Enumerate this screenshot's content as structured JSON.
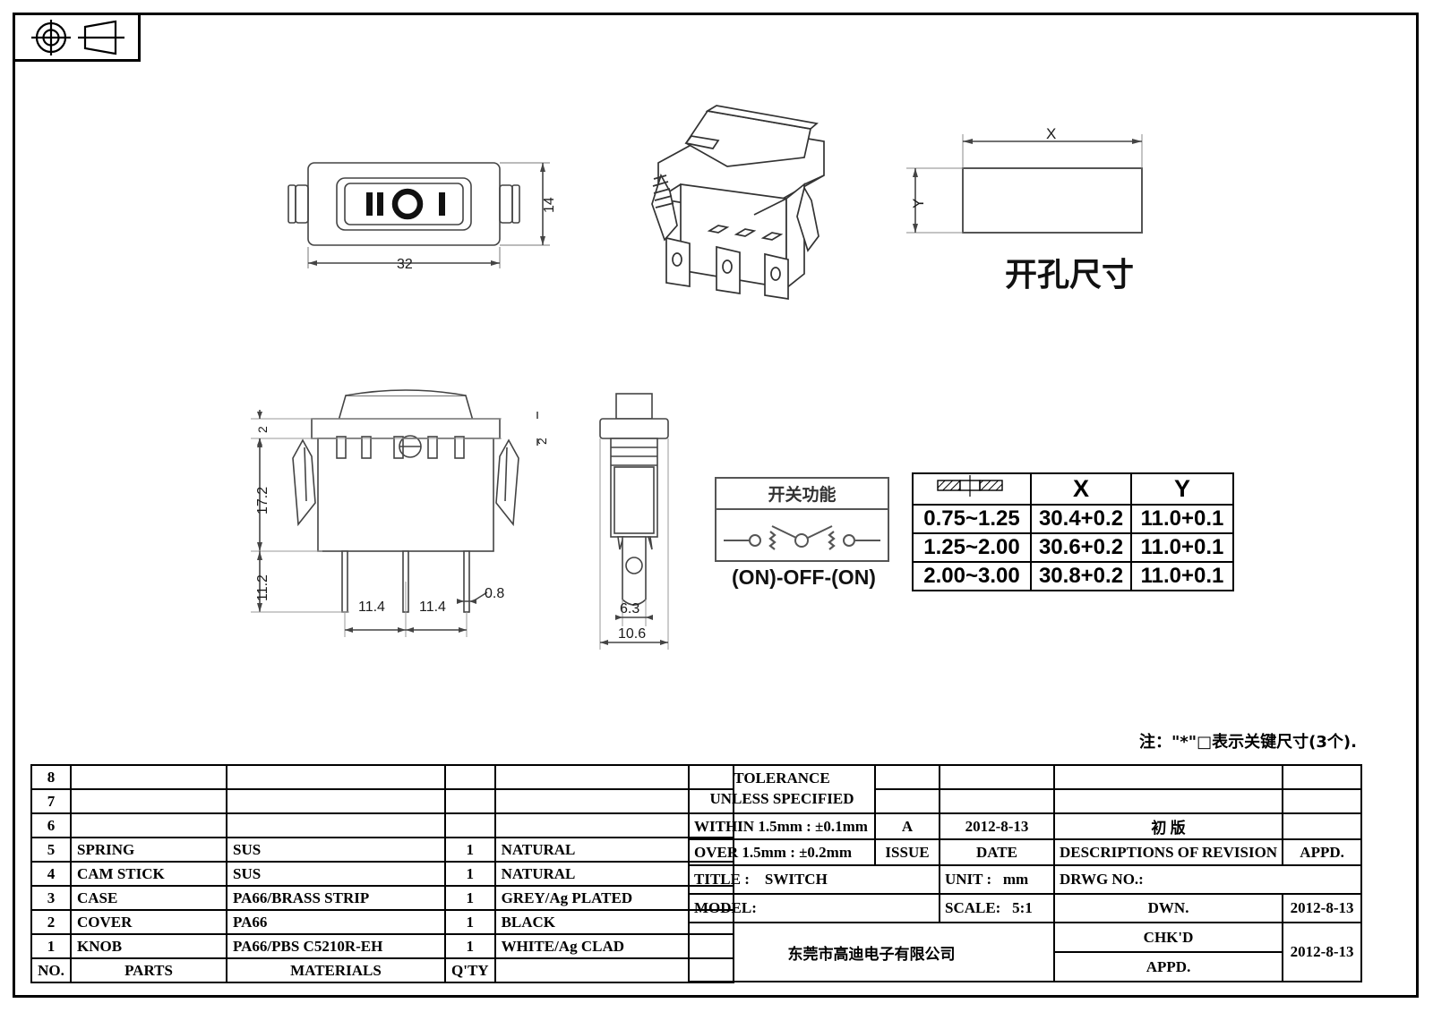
{
  "sheet": {
    "projection_symbol": "first-angle-projection-symbol"
  },
  "views": {
    "front_view": {
      "name": "front-view-rocker-switch",
      "markings": [
        "II",
        "O",
        "I"
      ],
      "dim_width": "32",
      "dim_height": "14"
    },
    "iso_view": {
      "name": "isometric-view-rocker-switch"
    },
    "panel_cutout": {
      "name": "panel-cutout-view",
      "title": "开孔尺寸",
      "dim_x": "X",
      "dim_y": "Y"
    },
    "bottom_front_view": {
      "name": "front-section-view",
      "dim_top_left": "2",
      "dim_top_right": "2",
      "dim_body_height": "17.2",
      "dim_terminal_height": "11.2",
      "dim_pitch_1": "11.4",
      "dim_pitch_2": "11.4",
      "dim_terminal_thickness": "0.8"
    },
    "side_view": {
      "name": "side-view-switch",
      "dim_terminal_width": "6.3",
      "dim_body_width": "10.6"
    }
  },
  "function_box": {
    "title": "开关功能",
    "caption": "(ON)-OFF-(ON)"
  },
  "xy_table": {
    "header": [
      "panel-thickness-icon",
      "X",
      "Y"
    ],
    "rows": [
      [
        "0.75~1.25",
        "30.4+0.2",
        "11.0+0.1"
      ],
      [
        "1.25~2.00",
        "30.6+0.2",
        "11.0+0.1"
      ],
      [
        "2.00~3.00",
        "30.8+0.2",
        "11.0+0.1"
      ]
    ]
  },
  "note": "注：\"*\"□表示关键尺寸(3个).",
  "parts_table": {
    "columns": [
      "NO.",
      "PARTS",
      "MATERIALS",
      "Q'TY",
      ""
    ],
    "rows": [
      {
        "no": "8",
        "part": "",
        "material": "",
        "qty": "",
        "remark": ""
      },
      {
        "no": "7",
        "part": "",
        "material": "",
        "qty": "",
        "remark": ""
      },
      {
        "no": "6",
        "part": "",
        "material": "",
        "qty": "",
        "remark": ""
      },
      {
        "no": "5",
        "part": "SPRING",
        "material": "SUS",
        "qty": "1",
        "remark": "NATURAL"
      },
      {
        "no": "4",
        "part": "CAM STICK",
        "material": "SUS",
        "qty": "1",
        "remark": "NATURAL"
      },
      {
        "no": "3",
        "part": "CASE",
        "material": "PA66/BRASS STRIP",
        "qty": "1",
        "remark": "GREY/Ag PLATED"
      },
      {
        "no": "2",
        "part": "COVER",
        "material": "PA66",
        "qty": "1",
        "remark": "BLACK"
      },
      {
        "no": "1",
        "part": "KNOB",
        "material": "PA66/PBS C5210R-EH",
        "qty": "1",
        "remark": "WHITE/Ag CLAD"
      }
    ]
  },
  "title_block": {
    "tolerance_label_1": "TOLERANCE",
    "tolerance_label_2": "UNLESS  SPECIFIED",
    "tolerance_within": "WITHIN 1.5mm : ±0.1mm",
    "tolerance_over": "OVER 1.5mm : ±0.2mm",
    "issue_value": "A",
    "issue_label": "ISSUE",
    "date_value": "2012-8-13",
    "date_label": "DATE",
    "revision_value": "初  版",
    "revision_label": "DESCRIPTIONS OF REVISION",
    "appd_label": "APPD.",
    "title_label": "TITLE :",
    "title_value": "SWITCH",
    "model_label": "MODEL:",
    "model_value": "",
    "unit_label": "UNIT :",
    "unit_value": "mm",
    "scale_label": "SCALE:",
    "scale_value": "5:1",
    "drwg_no_label": "DRWG NO.:",
    "drwg_no_value": "",
    "dwn_label": "DWN.",
    "dwn_value": "",
    "dwn_date": "2012-8-13",
    "chkd_label": "CHK'D",
    "chkd_value": "",
    "appd2_label": "APPD.",
    "appd2_value": "",
    "chkd_date": "2012-8-13",
    "company": "东莞市高迪电子有限公司"
  }
}
